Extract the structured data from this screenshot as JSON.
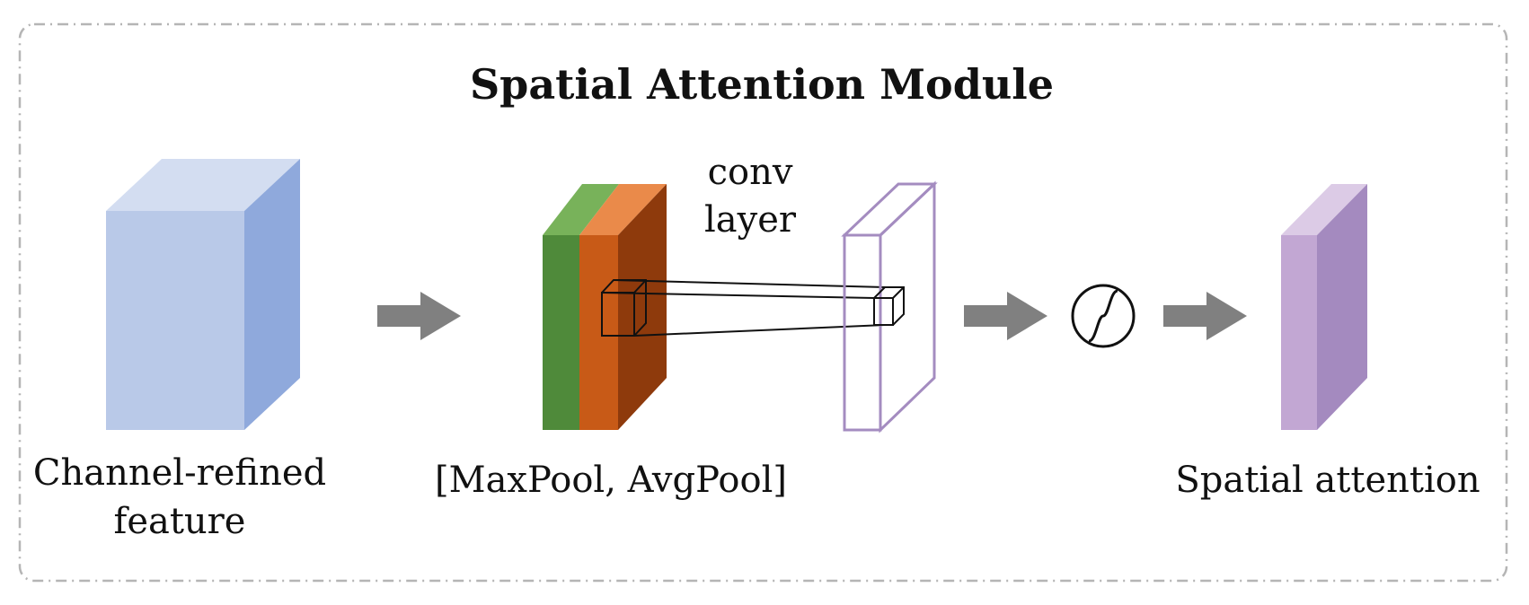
{
  "title": "Spatial Attention Module",
  "labels": {
    "input_line1": "Channel-refined",
    "input_line2": "feature",
    "pool": "[MaxPool, AvgPool]",
    "conv_line1": "conv",
    "conv_line2": "layer",
    "output": "Spatial attention"
  },
  "icons": {
    "sigmoid": "sigmoid-icon",
    "arrow": "right-arrow-icon"
  },
  "colors": {
    "input_front": "#b9c9e8",
    "input_side": "#8fa9dc",
    "input_top": "#d3ddf1",
    "maxpool": "#4f8a3a",
    "maxpool_top": "#78b25a",
    "avgpool": "#c85a17",
    "avgpool_side": "#8e3a0c",
    "avgpool_top": "#ea8a4a",
    "conv_outline": "#a48cc0",
    "output_front": "#c2a7d3",
    "output_side": "#a48abf",
    "output_top": "#dccbe6",
    "arrow": "#808080",
    "border": "#b5b5b5"
  }
}
